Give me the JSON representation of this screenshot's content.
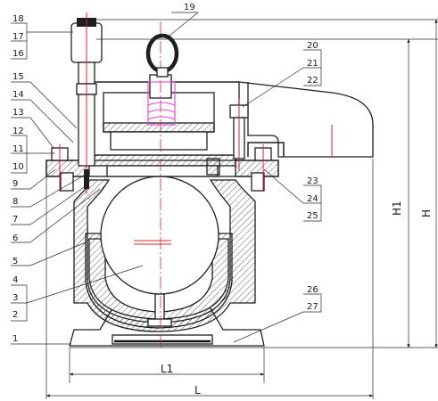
{
  "part_labels": {
    "p1": "1",
    "p2": "2",
    "p3": "3",
    "p4": "4",
    "p5": "5",
    "p6": "6",
    "p7": "7",
    "p8": "8",
    "p9": "9",
    "p10": "10",
    "p11": "11",
    "p12": "12",
    "p13": "13",
    "p14": "14",
    "p15": "15",
    "p16": "16",
    "p17": "17",
    "p18": "18",
    "p19": "19",
    "p20": "20",
    "p21": "21",
    "p22": "22",
    "p23": "23",
    "p24": "24",
    "p25": "25",
    "p26": "26",
    "p27": "27"
  },
  "dimensions": {
    "L1": "L1",
    "L": "L",
    "H1": "H1",
    "H": "H"
  },
  "colors": {
    "centerline": "#e0202a",
    "spring": "#e040e0",
    "linework": "#1e1e1e"
  }
}
